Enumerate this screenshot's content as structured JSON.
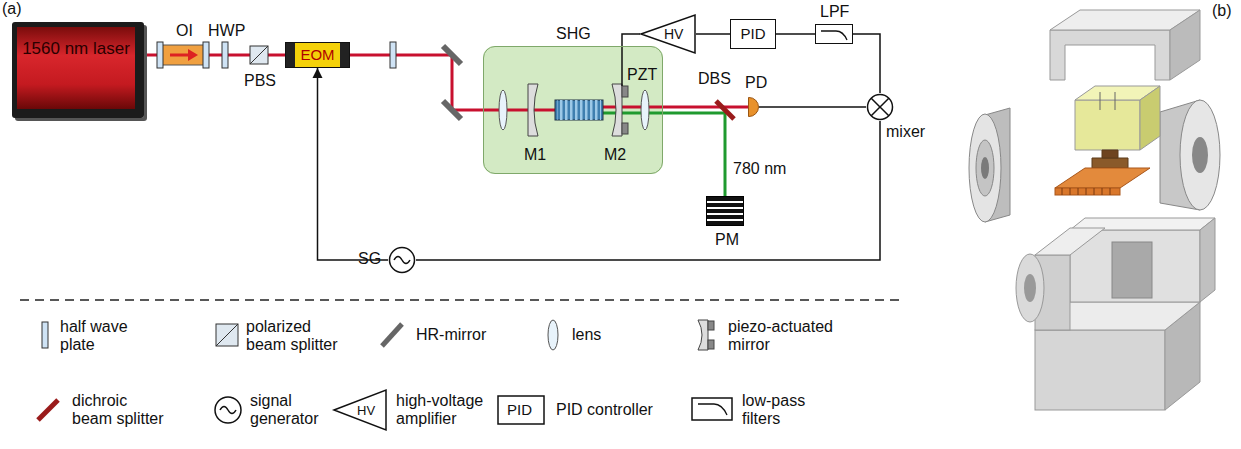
{
  "diagram": {
    "nodes": [
      {
        "text": [
          "1560 nm laser"
        ]
      },
      {
        "text": [
          "EOM"
        ]
      },
      {
        "text": [
          "SHG"
        ]
      },
      {
        "text": [
          "PD"
        ]
      },
      {
        "text": [
          "PM"
        ]
      },
      {
        "text": [
          "mixer"
        ]
      },
      {
        "text": [
          "LPF"
        ]
      },
      {
        "text": [
          "PID"
        ]
      },
      {
        "text": [
          "HV"
        ]
      },
      {
        "text": [
          "SG"
        ]
      }
    ],
    "edges": [
      {
        "from": 0,
        "to": 1,
        "arrow": "none"
      },
      {
        "from": 1,
        "to": 2,
        "arrow": "none"
      },
      {
        "from": 2,
        "to": 3,
        "arrow": "none"
      },
      {
        "from": 2,
        "to": 4,
        "arrow": "none"
      },
      {
        "from": 3,
        "to": 5,
        "arrow": "none"
      },
      {
        "from": 9,
        "to": 5,
        "arrow": "none"
      },
      {
        "from": 9,
        "to": 1,
        "arrow": "to"
      },
      {
        "from": 5,
        "to": 6,
        "arrow": "none"
      },
      {
        "from": 6,
        "to": 7,
        "arrow": "none"
      },
      {
        "from": 7,
        "to": 8,
        "arrow": "none"
      },
      {
        "from": 8,
        "to": 2,
        "arrow": "none"
      }
    ],
    "labels": [
      "(a)",
      "OI",
      "HWP",
      "PBS",
      "M1",
      "M2",
      "PZT",
      "DBS",
      "780 nm",
      "HV",
      "PID",
      "(b)"
    ],
    "legend": [
      {
        "text": "half wave plate"
      },
      {
        "text": "polarized beam splitter"
      },
      {
        "text": "HR-mirror"
      },
      {
        "text": "lens"
      },
      {
        "text": "piezo-actuated mirror"
      },
      {
        "text": "dichroic beam splitter"
      },
      {
        "text": "signal generator"
      },
      {
        "text": "high-voltage amplifier"
      },
      {
        "text": "PID controller"
      },
      {
        "text": "low-pass filters"
      }
    ]
  }
}
